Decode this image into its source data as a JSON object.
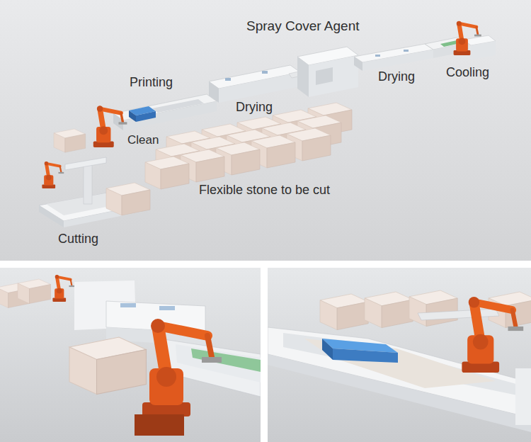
{
  "diagram": {
    "labels": [
      "Spray Cover Agent",
      "Printing",
      "Drying",
      "Cooling",
      "Drying",
      "Clean",
      "Flexible stone to be cut",
      "Cutting"
    ]
  }
}
